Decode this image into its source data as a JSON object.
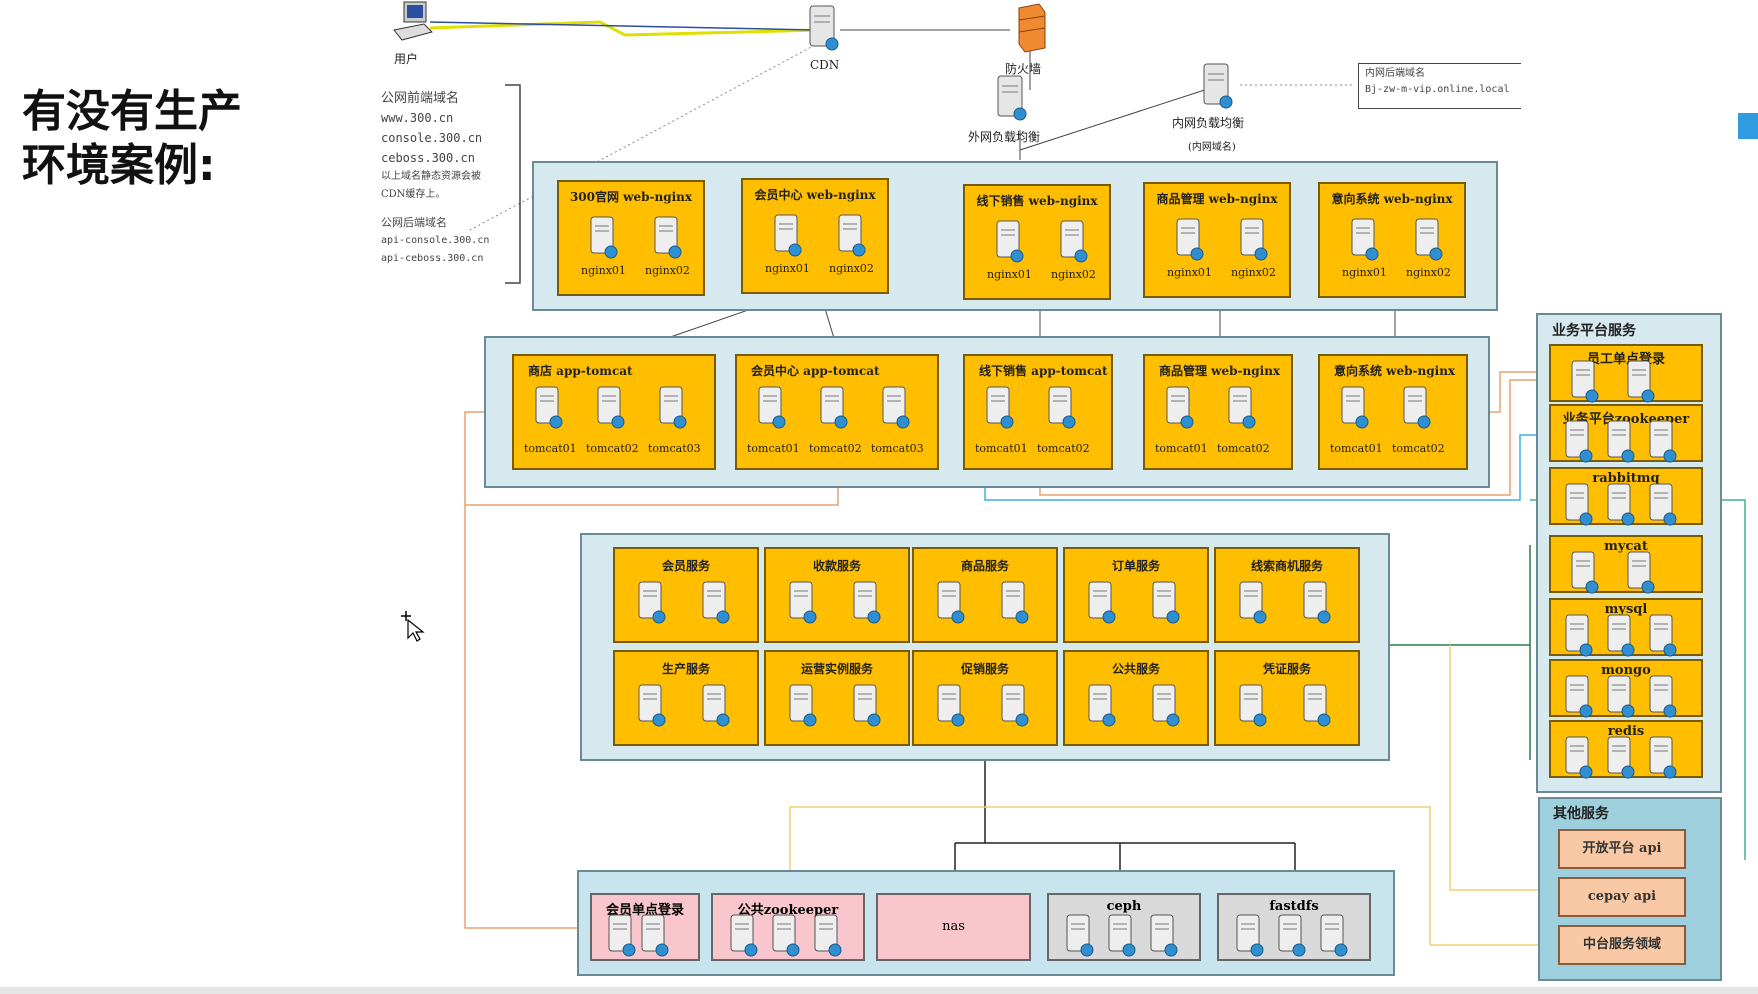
{
  "slide_title_line1": "有没有生产",
  "slide_title_line2": "环境案例:",
  "top": {
    "user": "用户",
    "cdn": "CDN",
    "firewall": "防火墙",
    "ext_lb": "外网负载均衡",
    "int_lb": "内网负载均衡",
    "int_lb_sub": "(内网域名)",
    "int_domain_title": "内网后端域名",
    "int_domain_value": "Bj-zw-m-vip.online.local"
  },
  "notes": {
    "front_title": "公网前端域名",
    "front_1": "www.300.cn",
    "front_2": "console.300.cn",
    "front_3": "ceboss.300.cn",
    "front_4": "以上域名静态资源会被",
    "front_5": "CDN缓存上。",
    "back_title": "公网后端域名",
    "back_1": "api-console.300.cn",
    "back_2": "api-ceboss.300.cn"
  },
  "web_row": [
    {
      "title": "300官网 web-nginx",
      "n1": "nginx01",
      "n2": "nginx02"
    },
    {
      "title": "会员中心 web-nginx",
      "n1": "nginx01",
      "n2": "nginx02"
    },
    {
      "title": "线下销售 web-nginx",
      "n1": "nginx01",
      "n2": "nginx02"
    },
    {
      "title": "商品管理 web-nginx",
      "n1": "nginx01",
      "n2": "nginx02"
    },
    {
      "title": "意向系统 web-nginx",
      "n1": "nginx01",
      "n2": "nginx02"
    }
  ],
  "app_row": [
    {
      "title": "商店 app-tomcat",
      "names": [
        "tomcat01",
        "tomcat02",
        "tomcat03"
      ]
    },
    {
      "title": "会员中心 app-tomcat",
      "names": [
        "tomcat01",
        "tomcat02",
        "tomcat03"
      ]
    },
    {
      "title": "线下销售 app-tomcat",
      "names": [
        "tomcat01",
        "tomcat02"
      ]
    },
    {
      "title": "商品管理 web-nginx",
      "names": [
        "tomcat01",
        "tomcat02"
      ]
    },
    {
      "title": "意向系统 web-nginx",
      "names": [
        "tomcat01",
        "tomcat02"
      ]
    }
  ],
  "services_row1": [
    "会员服务",
    "收款服务",
    "商品服务",
    "订单服务",
    "线索商机服务"
  ],
  "services_row2": [
    "生产服务",
    "运营实例服务",
    "促销服务",
    "公共服务",
    "凭证服务"
  ],
  "bottom": {
    "sso": "会员单点登录",
    "zk": "公共zookeeper",
    "nas": "nas",
    "ceph": "ceph",
    "fastdfs": "fastdfs"
  },
  "platform": {
    "title": "业务平台服务",
    "items": [
      "员工单点登录",
      "业务平台zookeeper",
      "rabbitmq",
      "mycat",
      "mysql",
      "mongo",
      "redis"
    ]
  },
  "other": {
    "title": "其他服务",
    "items": [
      "开放平台 api",
      "cepay api",
      "中台服务领域"
    ]
  },
  "colors": {
    "box": "#ffbf00",
    "band": "#d6e9ef",
    "pink": "#f8c6cc",
    "salmon": "#f9c9a6"
  }
}
